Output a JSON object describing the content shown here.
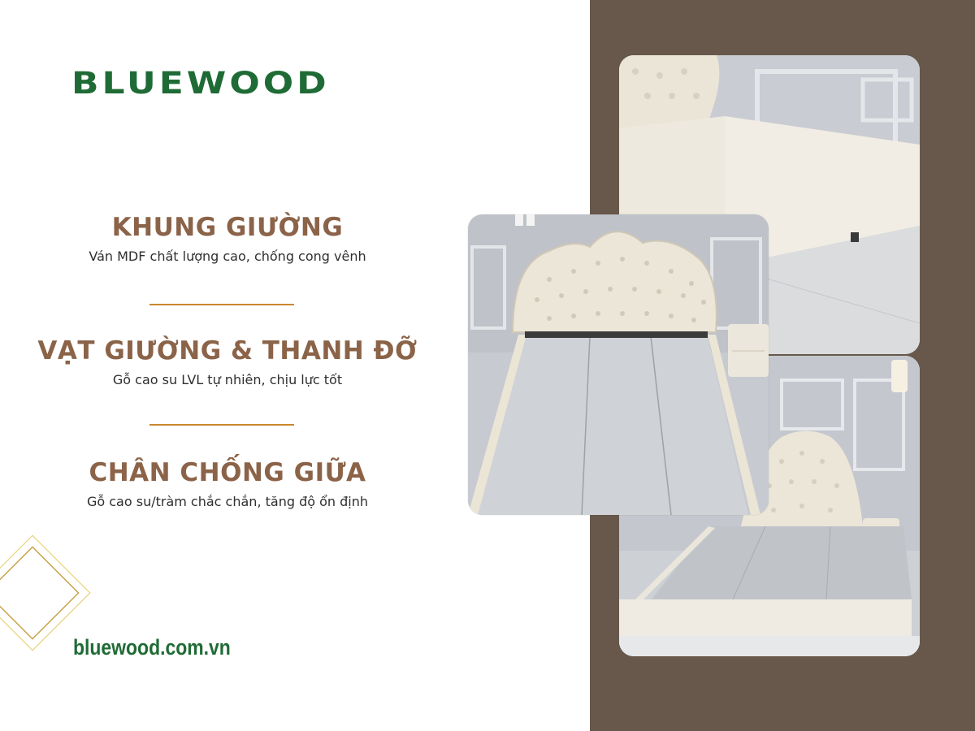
{
  "brand": {
    "logo_text": "BLUEWOOD",
    "website": "bluewood.com.vn",
    "colors": {
      "green": "#1f6b35",
      "brown_title": "#8b6348",
      "divider_gold": "#c9862e",
      "panel_brown": "#67584b"
    }
  },
  "features": [
    {
      "title": "KHUNG GIƯỜNG",
      "description": "Ván MDF chất lượng cao, chống cong vênh"
    },
    {
      "title": "VẠT GIƯỜNG & THANH ĐỠ",
      "description": "Gỗ cao su LVL tự nhiên, chịu lực tốt"
    },
    {
      "title": "CHÂN CHỐNG GIỮA",
      "description": "Gỗ cao su/tràm chắc chắn, tăng độ ổn định"
    }
  ],
  "photos": [
    {
      "name": "bed-frame-corner-closeup",
      "subject": "upholstered bed frame corner"
    },
    {
      "name": "bed-slats-headboard",
      "subject": "tufted headboard with slatted base"
    },
    {
      "name": "full-bed-with-nightstand",
      "subject": "full bed with gold legs and nightstand"
    }
  ]
}
